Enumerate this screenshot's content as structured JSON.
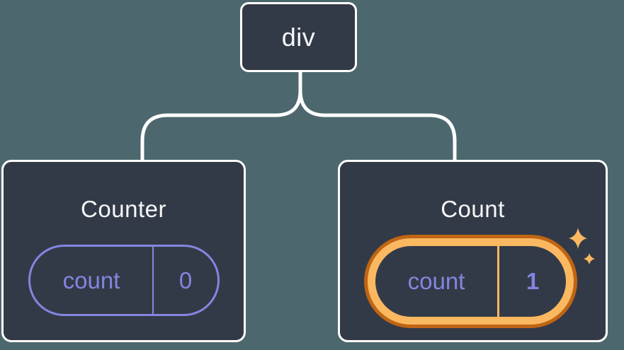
{
  "diagram": {
    "description": "Component tree with a root node and two child component cards showing state pills",
    "root_node": {
      "label": "div"
    },
    "left_card": {
      "title": "Counter",
      "pill": {
        "key": "count",
        "value": "0"
      }
    },
    "right_card": {
      "title": "Count",
      "pill": {
        "key": "count",
        "value": "1"
      },
      "highlighted": "true"
    }
  },
  "icons": {
    "sparkles": "sparkles-icon"
  },
  "colors": {
    "background": "#4d676e",
    "card_fill": "#333a47",
    "outline_white": "#ffffff",
    "state_purple": "#8286e0",
    "highlight_orange_light": "#fab861",
    "highlight_orange_dark": "#c06514",
    "title_text": "#f6f7f9"
  }
}
